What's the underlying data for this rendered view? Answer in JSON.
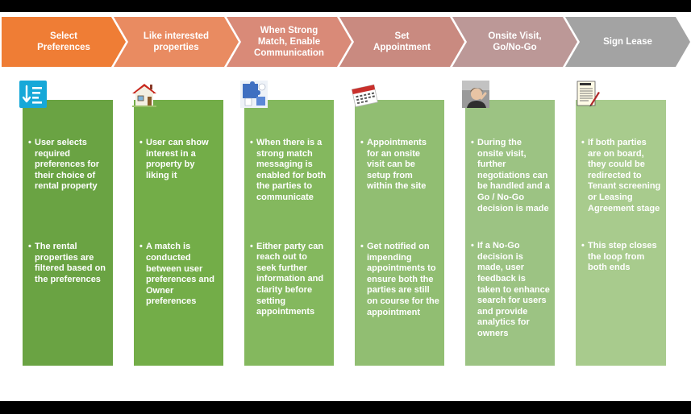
{
  "colors": {
    "step1": "#ef7d35",
    "step2": "#e98b61",
    "step3": "#d98a78",
    "step4": "#c98a80",
    "step5": "#bc9897",
    "step6": "#a3a3a3",
    "card1": "#6aa343",
    "card2": "#73ad48",
    "card3": "#84b85e",
    "card4": "#91be72",
    "card5": "#9cc383",
    "card6": "#a8cb8d"
  },
  "steps": [
    {
      "title": "Select\nPreferences",
      "icon": "sort-list-icon",
      "bullets": [
        "User selects required preferences for their choice of rental property",
        "The rental properties are filtered based on the preferences"
      ]
    },
    {
      "title": "Like interested\nproperties",
      "icon": "house-icon",
      "bullets": [
        "User can show interest in a property by liking it",
        "A match is conducted between user preferences and Owner preferences"
      ]
    },
    {
      "title": "When Strong\nMatch, Enable\nCommunication",
      "icon": "puzzle-icon",
      "bullets": [
        "When there is a strong match messaging is enabled for both the parties to communicate",
        "Either party can reach out to seek further information and clarity before setting appointments"
      ]
    },
    {
      "title": "Set\nAppointment",
      "icon": "calendar-icon",
      "bullets": [
        "Appointments for an onsite visit can be setup from within the site",
        "Get notified on impending appointments to ensure both the parties are still on course for the appointment"
      ]
    },
    {
      "title": "Onsite Visit,\nGo/No-Go",
      "icon": "thinking-person-icon",
      "bullets": [
        "During the onsite visit, further negotiations can be handled and a Go / No-Go decision is made",
        "If a No-Go decision is made, user feedback is taken to enhance search for users and provide analytics for owners"
      ]
    },
    {
      "title": "Sign Lease",
      "icon": "lease-document-icon",
      "bullets": [
        "If both parties are on board, they could be redirected to Tenant screening or Leasing Agreement stage",
        "This step closes the loop from both ends"
      ]
    }
  ]
}
